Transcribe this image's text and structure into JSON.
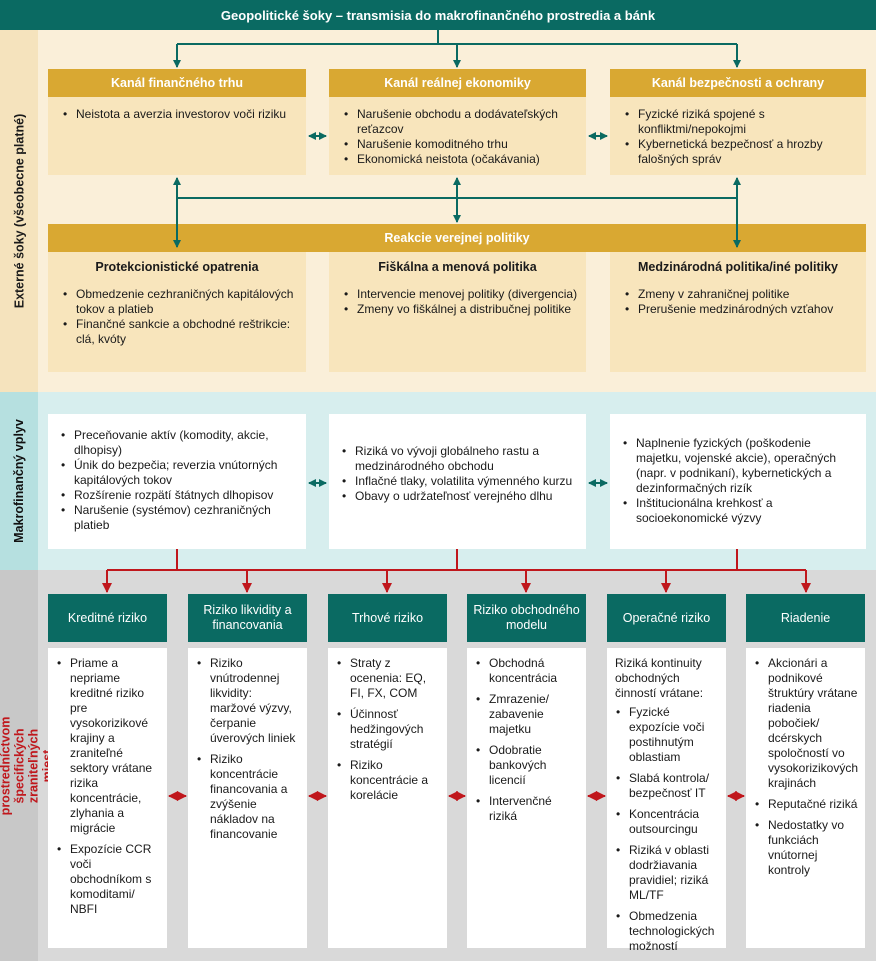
{
  "title": "Geopolitické šoky – transmisia do makrofinančného prostredia a bánk",
  "sections": {
    "external": "Externé šoky (všeobecne platné)",
    "macro": "Makrofinančný vplyv",
    "banks": "Vplyv na banky prostredníctvom špecifických zraniteľných miest"
  },
  "channels": [
    {
      "title": "Kanál finančného trhu",
      "items": [
        "Neistota a averzia investorov voči riziku"
      ]
    },
    {
      "title": "Kanál reálnej ekonomiky",
      "items": [
        "Narušenie obchodu a dodávateľských reťazcov",
        "Narušenie komoditného trhu",
        "Ekonomická neistota (očakávania)"
      ]
    },
    {
      "title": "Kanál bezpečnosti a ochrany",
      "items": [
        "Fyzické riziká spojené s konfliktmi/nepokojmi",
        "Kybernetická bezpečnosť a hrozby falošných správ"
      ]
    }
  ],
  "policy": {
    "title": "Reakcie verejnej politiky",
    "columns": [
      {
        "title": "Protekcionistické opatrenia",
        "items": [
          "Obmedzenie cezhraničných kapitálových tokov a platieb",
          "Finančné sankcie a obchodné reštrikcie: clá, kvóty"
        ]
      },
      {
        "title": "Fiškálna a menová politika",
        "items": [
          "Intervencie menovej politiky (divergencia)",
          "Zmeny vo fiškálnej a distribučnej politike"
        ]
      },
      {
        "title": "Medzinárodná politika/iné politiky",
        "items": [
          "Zmeny v zahraničnej politike",
          "Prerušenie medzinárodných vzťahov"
        ]
      }
    ]
  },
  "macro_boxes": [
    {
      "items": [
        "Preceňovanie aktív (komodity, akcie, dlhopisy)",
        "Únik do bezpečia; reverzia vnútorných kapitálových tokov",
        "Rozšírenie rozpätí štátnych dlhopisov",
        "Narušenie (systémov) cezhraničných platieb"
      ]
    },
    {
      "items": [
        "Riziká vo vývoji globálneho rastu a medzinárodného obchodu",
        "Inflačné tlaky, volatilita výmenného kurzu",
        "Obavy o udržateľnosť verejného dlhu"
      ]
    },
    {
      "items": [
        "Naplnenie fyzických (poškodenie majetku, vojenské akcie), operačných (napr. v podnikaní), kybernetických a dezinformačných rizík",
        "Inštitucionálna krehkosť a socioekonomické výzvy"
      ]
    }
  ],
  "risks": [
    {
      "title": "Kreditné riziko",
      "intro": "",
      "items": [
        "Priame a nepriame kreditné riziko pre vysokorizikové krajiny a zraniteľné sektory vrátane rizika koncentrácie, zlyhania a migrácie",
        "Expozície CCR voči obchodníkom s komoditami/ NBFI"
      ]
    },
    {
      "title": "Riziko likvidity a financovania",
      "intro": "",
      "items": [
        "Riziko vnútrodennej likvidity: maržové výzvy, čerpanie úverových liniek",
        "Riziko koncentrácie financovania a zvýšenie nákladov na financovanie"
      ]
    },
    {
      "title": "Trhové riziko",
      "intro": "",
      "items": [
        "Straty z ocenenia: EQ, FI, FX, COM",
        "Účinnosť hedžingových stratégií",
        "Riziko koncentrácie a korelácie"
      ]
    },
    {
      "title": "Riziko obchodného modelu",
      "intro": "",
      "items": [
        "Obchodná koncentrácia",
        "Zmrazenie/ zabavenie majetku",
        "Odobratie bankových licencií",
        "Intervenčné riziká"
      ]
    },
    {
      "title": "Operačné riziko",
      "intro": "Riziká kontinuity obchodných činností vrátane:",
      "items": [
        "Fyzické expozície voči postihnutým oblastiam",
        "Slabá kontrola/ bezpečnosť IT",
        "Koncentrácia outsourcingu",
        "Riziká v oblasti dodržiavania pravidiel; riziká ML/TF",
        "Obmedzenia technologických možností"
      ]
    },
    {
      "title": "Riadenie",
      "intro": "",
      "items": [
        "Akcionári a podnikové štruktúry vrátane riadenia pobočiek/ dcérskych spoločností vo vysokorizikových krajinách",
        "Reputačné riziká",
        "Nedostatky vo funkciách vnútornej kontroly"
      ]
    }
  ],
  "colors": {
    "teal": "#0a6a62",
    "gold": "#d9a832",
    "red": "#c0171c"
  }
}
